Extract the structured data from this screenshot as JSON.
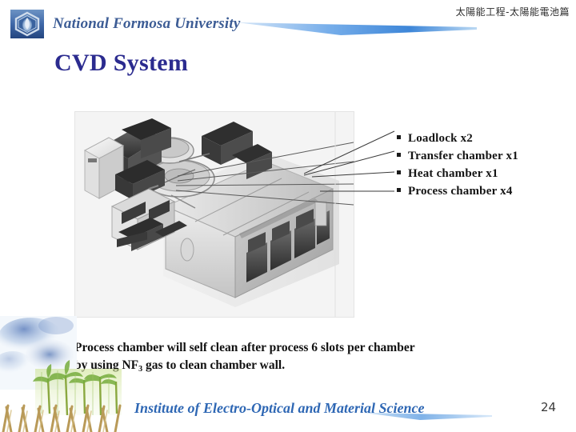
{
  "header": {
    "logo_icon": "hexagon-flame-logo",
    "university": "National Formosa University",
    "course_title": "太陽能工程-太陽能電池篇",
    "swoosh_color": "#4d93e0"
  },
  "slide": {
    "title": "CVD System",
    "title_color": "#2b2b8f"
  },
  "figure": {
    "alt_name": "cvd-cluster-tool-photo",
    "panel_background": "#f2f2f2"
  },
  "callouts": [
    {
      "label": "Loadlock x2"
    },
    {
      "label": "Transfer chamber x1"
    },
    {
      "label": "Heat chamber x1"
    },
    {
      "label": "Process chamber x4"
    }
  ],
  "caption": {
    "line1_pre": "Process chamber will self clean after process 6 slots per chamber",
    "line2_pre": "by using NF",
    "line2_sub": "3",
    "line2_post": " gas to clean chamber wall."
  },
  "decoration": {
    "image_name": "watercolor-palm-trees",
    "sky_color": "#6f8fc4",
    "foliage_color": "#8fbf55",
    "trunk_color": "#b79a5c"
  },
  "footer": {
    "institute": "Institute of Electro-Optical and Material Science",
    "institute_color": "#2e67b4",
    "page_number": "24"
  }
}
